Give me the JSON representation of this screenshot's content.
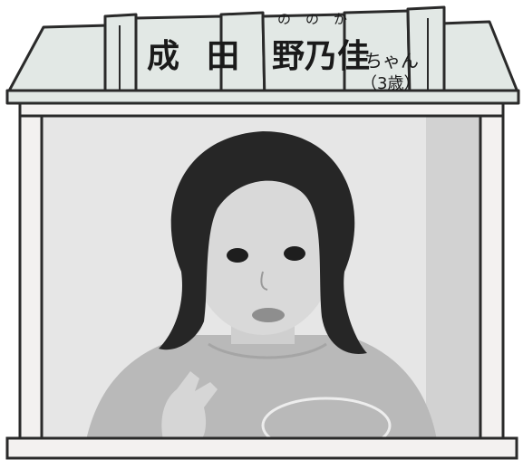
{
  "name": {
    "surname_1": "成",
    "surname_2": "田",
    "given_name": "野乃佳",
    "furigana": "ののか",
    "honorific": "ちゃん",
    "age": "（3歳）"
  },
  "photo": {
    "subject": "child-portrait",
    "style": "black-and-white"
  },
  "colors": {
    "roof_fill": "#e2e8e5",
    "frame_fill": "#f3f1f0",
    "outline": "#2a2a2a"
  }
}
